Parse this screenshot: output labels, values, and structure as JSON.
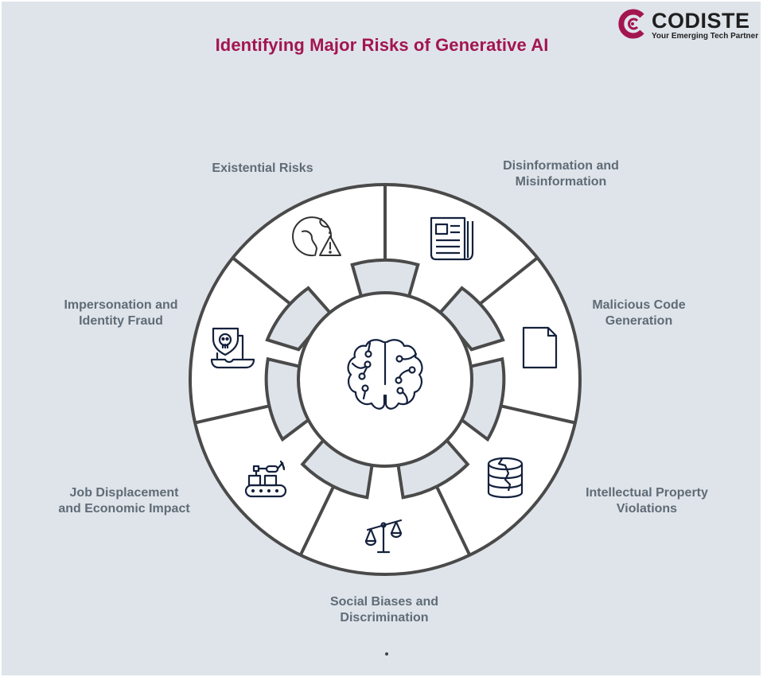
{
  "header": {
    "title": "Identifying Major Risks of Generative AI",
    "title_color": "#a3154f"
  },
  "logo": {
    "wordmark": "CODISTE",
    "tagline": "Your Emerging Tech Partner",
    "icon": "codiste-c-logo-icon",
    "brand_color": "#a3154f"
  },
  "diagram": {
    "center_icon": "brain-circuit-icon",
    "line_color": "#4a4a4a",
    "connector_fill": "#dde3e9",
    "segment_fill": "#ffffff",
    "segments": [
      {
        "label_lines": [
          "Existential Risks"
        ],
        "icon": "globe-warning-icon"
      },
      {
        "label_lines": [
          "Disinformation and",
          "Misinformation"
        ],
        "icon": "newspaper-icon"
      },
      {
        "label_lines": [
          "Malicious Code",
          "Generation"
        ],
        "icon": "document-icon"
      },
      {
        "label_lines": [
          "Intellectual Property",
          "Violations"
        ],
        "icon": "cracked-database-icon"
      },
      {
        "label_lines": [
          "Social Biases and",
          "Discrimination"
        ],
        "icon": "scales-icon"
      },
      {
        "label_lines": [
          "Job Displacement",
          "and Economic Impact"
        ],
        "icon": "robotic-conveyor-icon"
      },
      {
        "label_lines": [
          "Impersonation and",
          "Identity Fraud"
        ],
        "icon": "skull-shield-laptop-icon"
      }
    ]
  },
  "footer": {
    "pagination_dot": "•"
  }
}
